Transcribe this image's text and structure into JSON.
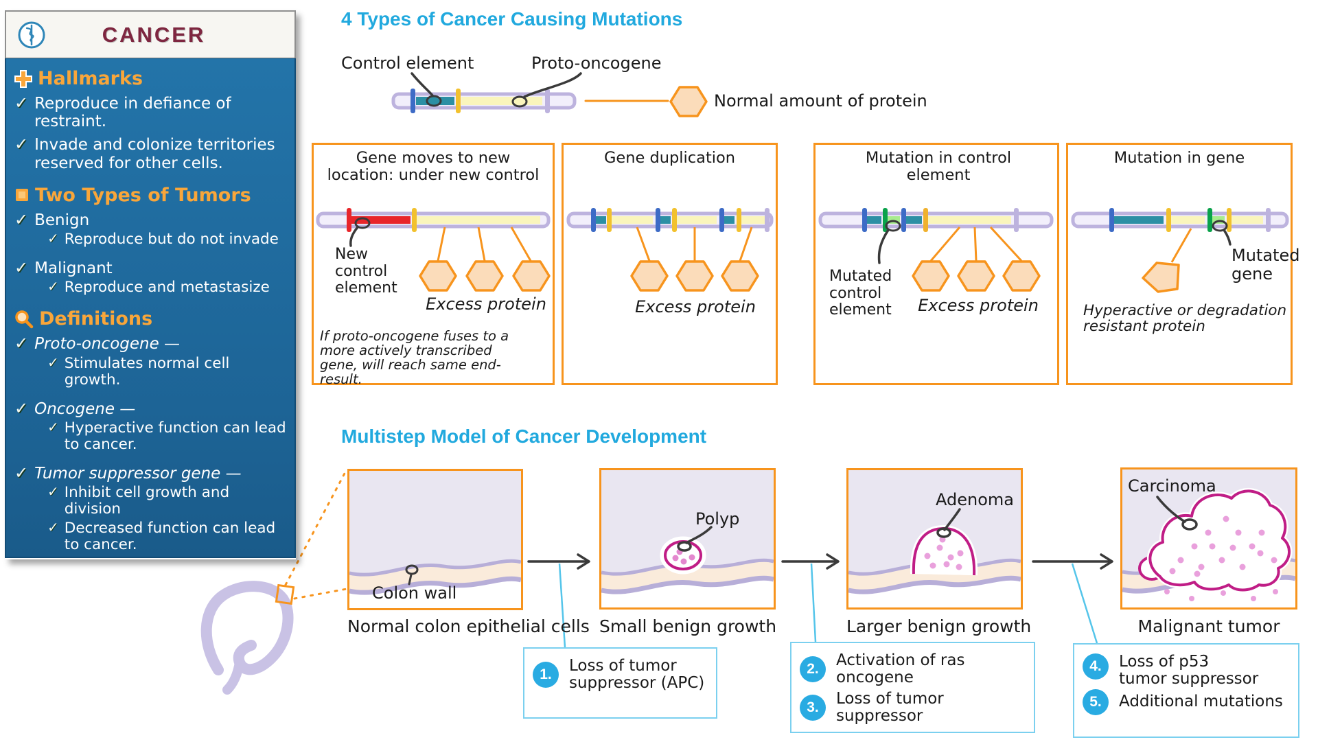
{
  "icons": {
    "check": "✓"
  },
  "colors": {
    "heading_cyan": "#21a9de",
    "orange": "#f7941d",
    "sidebar_blue": "#1d6496",
    "sidebar_heading_orange": "#f9a63a",
    "title_maroon": "#7e2640",
    "magenta": "#c01d86",
    "teal": "#2c8fa4",
    "red": "#e8252a",
    "green": "#0aa24b",
    "step_circle_blue": "#29abe2"
  },
  "sidebar": {
    "title": "CANCER",
    "sections": [
      {
        "heading": "Hallmarks",
        "items": [
          {
            "text": "Reproduce in defiance of restraint."
          },
          {
            "text": "Invade and colonize territories reserved for other cells."
          }
        ]
      },
      {
        "heading": "Two Types of Tumors",
        "items": [
          {
            "text": "Benign"
          },
          {
            "text": "Reproduce but do not invade"
          },
          {
            "text": "Malignant"
          },
          {
            "text": "Reproduce and metastasize"
          }
        ]
      },
      {
        "heading": "Definitions",
        "items": [
          {
            "text": "Proto-oncogene —"
          },
          {
            "text": "Stimulates normal cell growth."
          },
          {
            "text": "Oncogene —"
          },
          {
            "text": "Hyperactive function can lead to cancer."
          },
          {
            "text": "Tumor suppressor gene —"
          },
          {
            "text": "Inhibit cell growth and division"
          },
          {
            "text": "Decreased function can lead to cancer."
          }
        ]
      }
    ]
  },
  "mutations": {
    "title": "4 Types of Cancer Causing Mutations",
    "normal": {
      "control_label": "Control element",
      "proto_label": "Proto-oncogene",
      "protein_label": "Normal amount of protein"
    },
    "boxes": [
      {
        "title": "Gene moves to new location: under new control",
        "label": "New control element",
        "protein_label": "Excess protein",
        "note": "If proto-oncogene fuses to a more actively transcribed gene, will reach same end-result."
      },
      {
        "title": "Gene duplication",
        "protein_label": "Excess protein"
      },
      {
        "title": "Mutation in control element",
        "label": "Mutated control element",
        "protein_label": "Excess protein"
      },
      {
        "title": "Mutation in gene",
        "label": "Mutated gene",
        "protein_label": "Hyperactive or degradation resistant protein"
      }
    ]
  },
  "multistep": {
    "title": "Multistep Model of Cancer Development",
    "panels": [
      {
        "caption": "Normal colon epithelial cells",
        "label": "Colon wall"
      },
      {
        "caption": "Small benign growth",
        "label": "Polyp"
      },
      {
        "caption": "Larger benign growth",
        "label": "Adenoma"
      },
      {
        "caption": "Malignant tumor",
        "label": "Carcinoma"
      }
    ],
    "steps": [
      {
        "num": "1.",
        "text": "Loss of tumor suppressor (APC)"
      },
      {
        "num": "2.",
        "text": "Activation of ras oncogene"
      },
      {
        "num": "3.",
        "text": "Loss of tumor suppressor"
      },
      {
        "num": "4.",
        "text": "Loss of p53 tumor suppressor"
      },
      {
        "num": "5.",
        "text": "Additional mutations"
      }
    ]
  }
}
